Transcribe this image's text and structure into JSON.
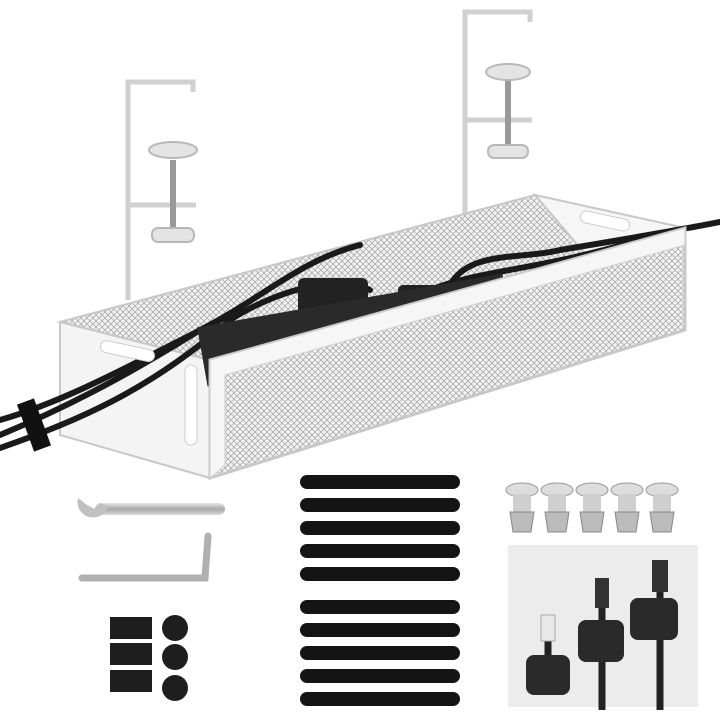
{
  "colors": {
    "background": "#ffffff",
    "tray_white": "#f4f4f4",
    "tray_edge": "#c9c9c9",
    "mesh": "#b5b5b5",
    "cable_black": "#1a1a1a",
    "metal": "#bdbdbd",
    "clip_panel": "#ececec"
  },
  "parts": {
    "velcro_strap_count": 10,
    "screw_count": 5,
    "pad_square_count": 3,
    "pad_round_count": 3,
    "cable_clip_count": 3
  }
}
